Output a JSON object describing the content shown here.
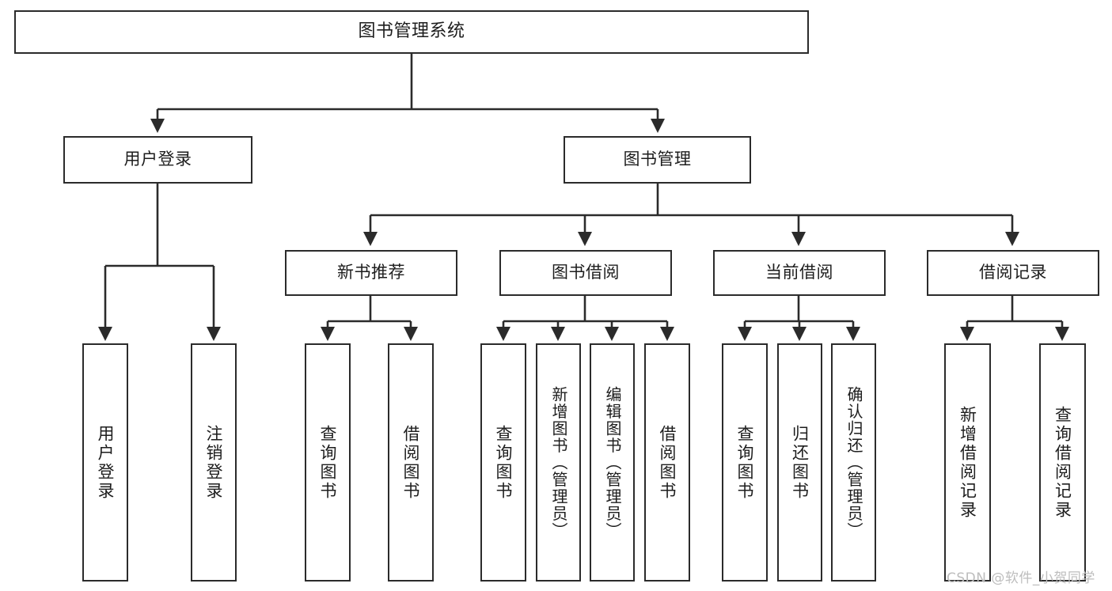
{
  "diagram": {
    "title": "图书管理系统",
    "type": "tree-hierarchy-chart",
    "colors": {
      "box_border": "#2b2b2b",
      "box_fill": "#ffffff",
      "connector": "#2b2b2b",
      "text": "#1d1d1d",
      "watermark": "#bdbdbd"
    }
  },
  "nodes": {
    "root": {
      "label": "图书管理系统"
    },
    "level2": [
      {
        "label": "用户登录"
      },
      {
        "label": "图书管理"
      }
    ],
    "level3": [
      {
        "label": "新书推荐"
      },
      {
        "label": "图书借阅"
      },
      {
        "label": "当前借阅"
      },
      {
        "label": "借阅记录"
      }
    ],
    "leaves_user_login": [
      {
        "label": "用户登录"
      },
      {
        "label": "注销登录"
      }
    ],
    "leaves_new_book": [
      {
        "label": "查询图书"
      },
      {
        "label": "借阅图书"
      }
    ],
    "leaves_borrow": [
      {
        "label": "查询图书"
      },
      {
        "label": "新增图书（管理员）"
      },
      {
        "label": "编辑图书（管理员）"
      },
      {
        "label": "借阅图书"
      }
    ],
    "leaves_current": [
      {
        "label": "查询图书"
      },
      {
        "label": "归还图书"
      },
      {
        "label": "确认归还（管理员）"
      }
    ],
    "leaves_records": [
      {
        "label": "新增借阅记录"
      },
      {
        "label": "查询借阅记录"
      }
    ]
  },
  "watermark": {
    "text": "CSDN @软件_小贺同学"
  }
}
